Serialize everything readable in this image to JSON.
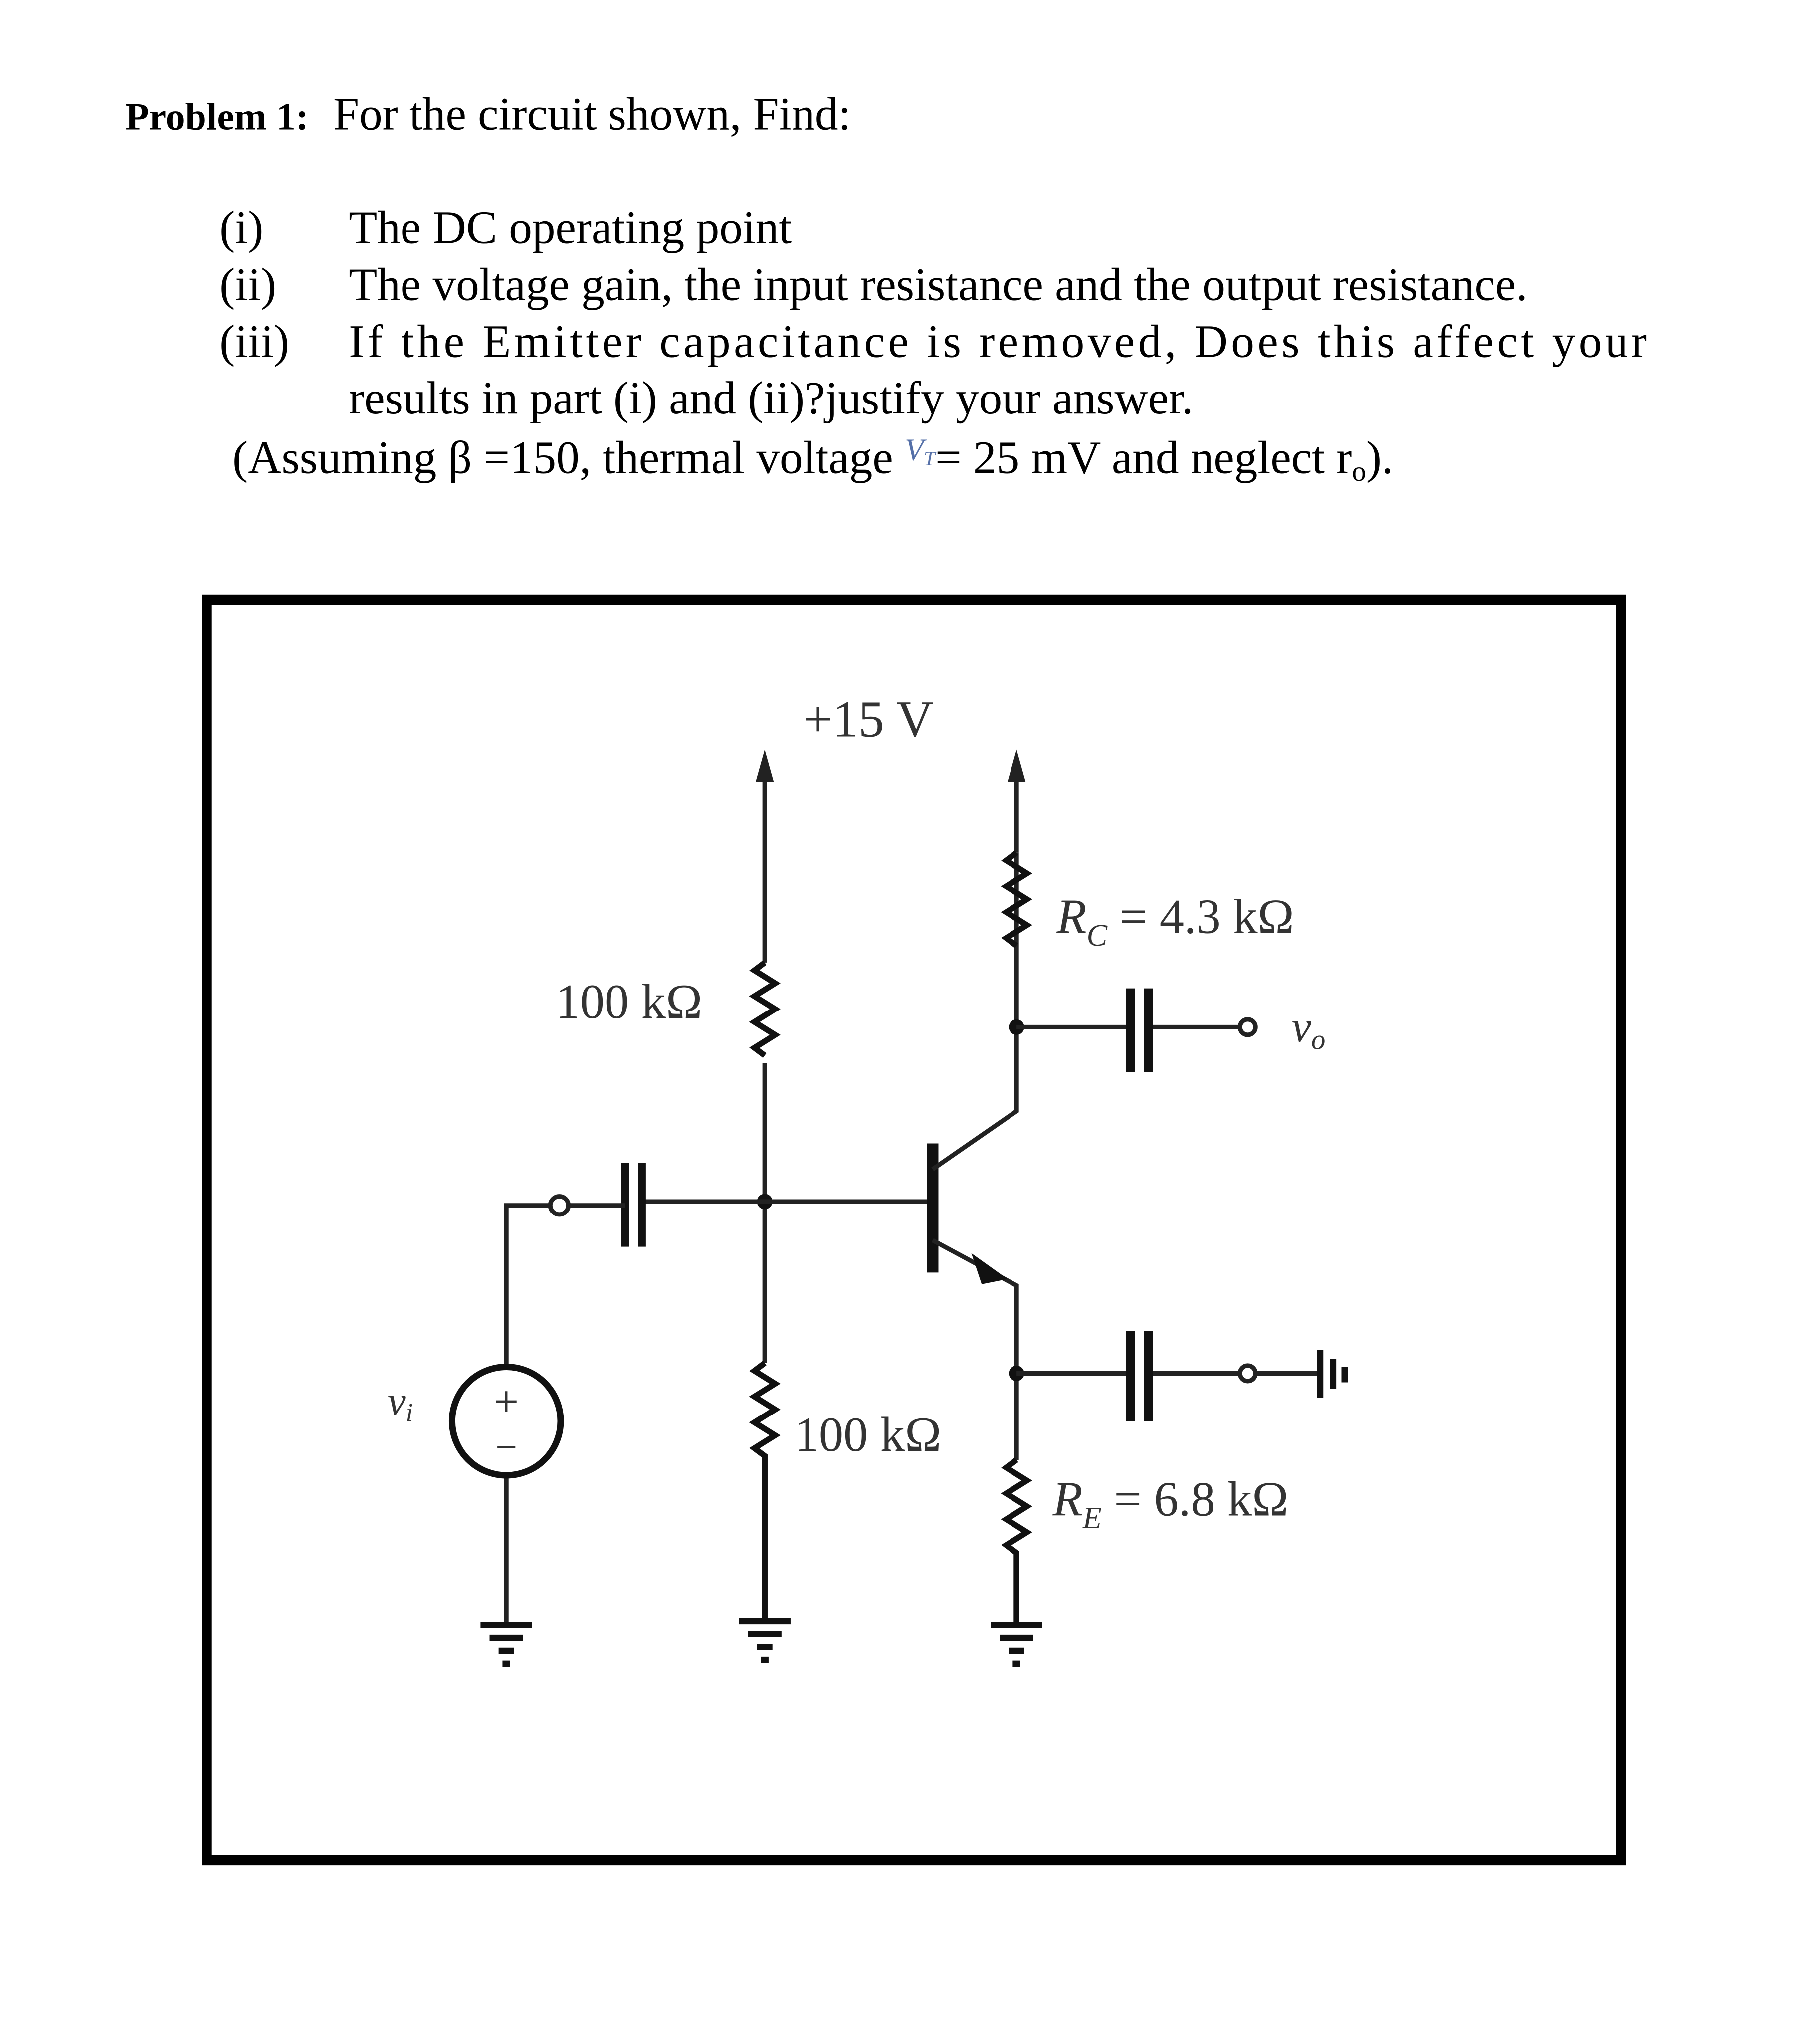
{
  "problem": {
    "label": "Problem 1:",
    "prompt": "For the circuit shown, Find:",
    "items": [
      {
        "num": "(i)",
        "text": "The DC operating point"
      },
      {
        "num": "(ii)",
        "text": "The voltage gain, the input resistance and the output resistance."
      },
      {
        "num": "(iii)",
        "text": "If the Emitter capacitance is removed, Does this affect your",
        "text2": "results in part (i) and (ii)?justify your answer."
      }
    ],
    "assumption": {
      "prefix": "(Assuming β =150, thermal voltage ",
      "vt": "V",
      "vt_sub": "T",
      "middle": "= 25 mV and neglect r",
      "ro_sub": "o",
      "suffix": ")."
    }
  },
  "circuit": {
    "supply": "+15 V",
    "r1": "100 kΩ",
    "r2": "100 kΩ",
    "rc": {
      "sym": "R",
      "sub": "C",
      "value": " = 4.3 kΩ"
    },
    "re": {
      "sym": "R",
      "sub": "E",
      "value": " = 6.8 kΩ"
    },
    "vo": {
      "sym": "v",
      "sub": "o"
    },
    "vi": {
      "sym": "v",
      "sub": "i"
    },
    "source_plus": "+",
    "source_minus": "−"
  }
}
